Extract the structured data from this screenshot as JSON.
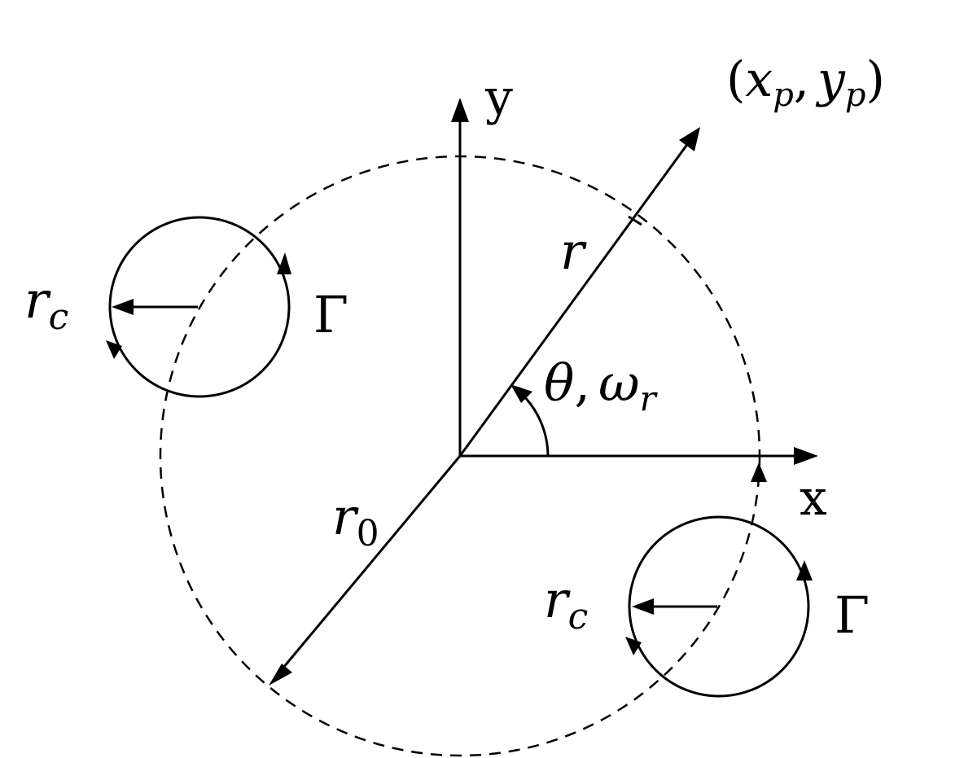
{
  "labels": {
    "point": "(x_p, y_p)",
    "point_open": "(",
    "point_x": "x",
    "point_x_sub": "p",
    "point_comma": ",",
    "point_y": "y",
    "point_y_sub": "p",
    "point_close": ")",
    "y_axis": "y",
    "x_axis": "x",
    "r": "r",
    "theta": "θ",
    "comma": ",",
    "omega": "ω",
    "omega_sub": "r",
    "r0": "r",
    "r0_sub": "0",
    "rc_left": "r",
    "rc_left_sub": "c",
    "rc_right": "r",
    "rc_right_sub": "c",
    "gamma_left": "Γ",
    "gamma_right": "Γ"
  }
}
